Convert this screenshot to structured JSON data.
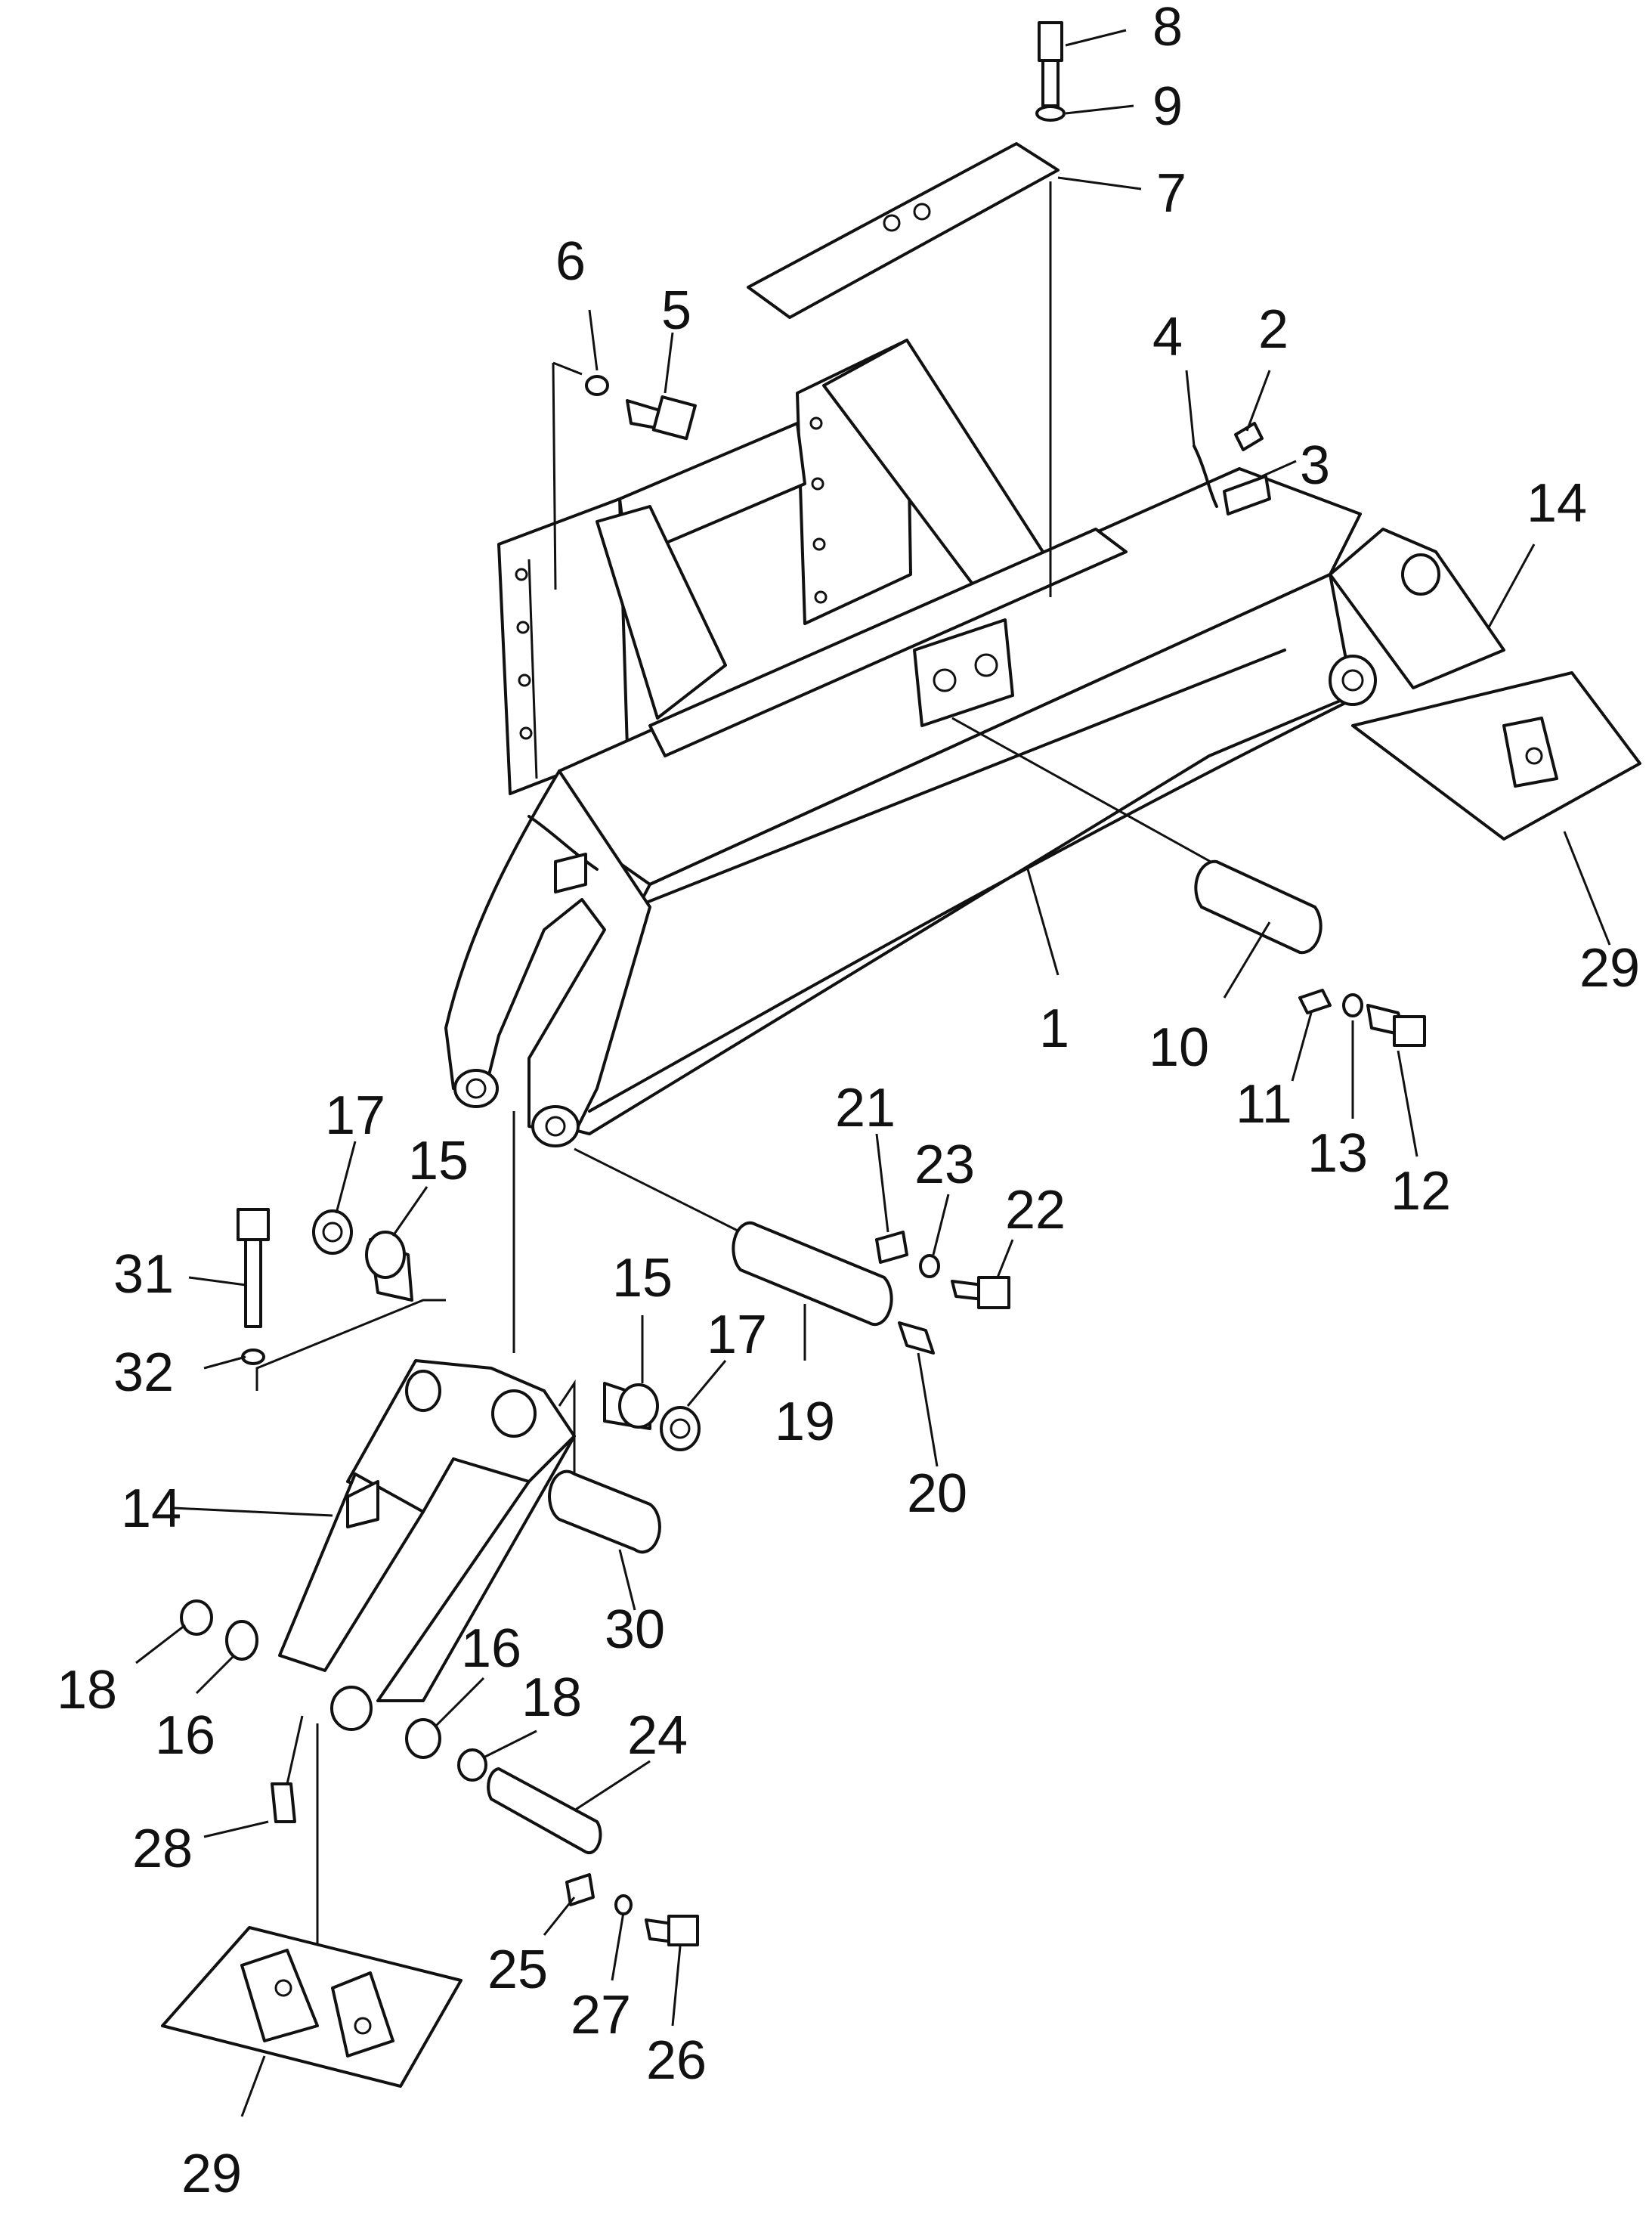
{
  "diagram": {
    "parts": [
      {
        "id": "p1",
        "label": "1"
      },
      {
        "id": "p2",
        "label": "2"
      },
      {
        "id": "p3",
        "label": "3"
      },
      {
        "id": "p4",
        "label": "4"
      },
      {
        "id": "p5",
        "label": "5"
      },
      {
        "id": "p6",
        "label": "6"
      },
      {
        "id": "p7",
        "label": "7"
      },
      {
        "id": "p8",
        "label": "8"
      },
      {
        "id": "p9",
        "label": "9"
      },
      {
        "id": "p10",
        "label": "10"
      },
      {
        "id": "p11",
        "label": "11"
      },
      {
        "id": "p12",
        "label": "12"
      },
      {
        "id": "p13",
        "label": "13"
      },
      {
        "id": "p14a",
        "label": "14"
      },
      {
        "id": "p14b",
        "label": "14"
      },
      {
        "id": "p15a",
        "label": "15"
      },
      {
        "id": "p15b",
        "label": "15"
      },
      {
        "id": "p16a",
        "label": "16"
      },
      {
        "id": "p16b",
        "label": "16"
      },
      {
        "id": "p17a",
        "label": "17"
      },
      {
        "id": "p17b",
        "label": "17"
      },
      {
        "id": "p18a",
        "label": "18"
      },
      {
        "id": "p18b",
        "label": "18"
      },
      {
        "id": "p19",
        "label": "19"
      },
      {
        "id": "p20",
        "label": "20"
      },
      {
        "id": "p21",
        "label": "21"
      },
      {
        "id": "p22",
        "label": "22"
      },
      {
        "id": "p23",
        "label": "23"
      },
      {
        "id": "p24",
        "label": "24"
      },
      {
        "id": "p25",
        "label": "25"
      },
      {
        "id": "p26",
        "label": "26"
      },
      {
        "id": "p27",
        "label": "27"
      },
      {
        "id": "p28",
        "label": "28"
      },
      {
        "id": "p29a",
        "label": "29"
      },
      {
        "id": "p29b",
        "label": "29"
      },
      {
        "id": "p30",
        "label": "30"
      },
      {
        "id": "p31",
        "label": "31"
      },
      {
        "id": "p32",
        "label": "32"
      }
    ]
  }
}
